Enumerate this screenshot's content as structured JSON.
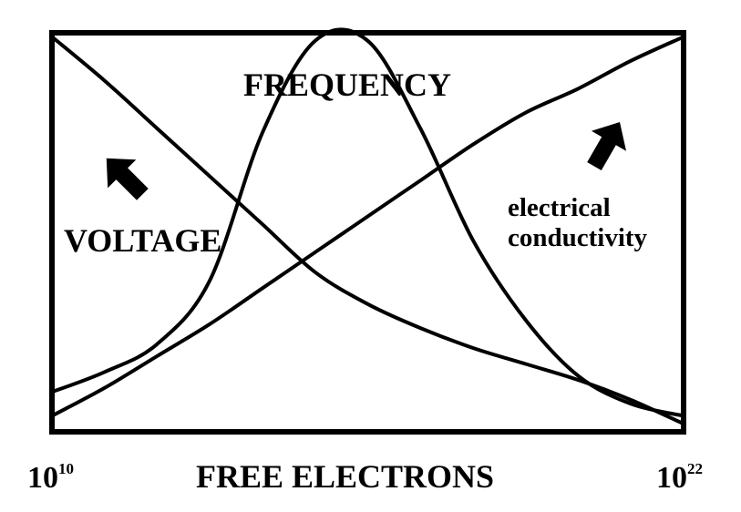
{
  "chart_data": {
    "type": "line",
    "xlabel": "FREE ELECTRONS",
    "ylabel": "",
    "x_ticks": [
      {
        "base": "10",
        "exponent": "10"
      },
      {
        "base": "10",
        "exponent": "22"
      }
    ],
    "xlim": [
      10,
      22
    ],
    "ylim": [
      0,
      1
    ],
    "grid": false,
    "legend": "none",
    "series": [
      {
        "name": "VOLTAGE",
        "direction": "increases toward left",
        "x": [
          10,
          11,
          12,
          13,
          14,
          15,
          16,
          17,
          18,
          19,
          20,
          21,
          22
        ],
        "y": [
          0.99,
          0.88,
          0.76,
          0.64,
          0.52,
          0.4,
          0.32,
          0.26,
          0.21,
          0.17,
          0.13,
          0.08,
          0.02
        ]
      },
      {
        "name": "FREQUENCY",
        "x": [
          10,
          11,
          12,
          13,
          14,
          15,
          16,
          17,
          18,
          19,
          20,
          21,
          22
        ],
        "y": [
          0.1,
          0.15,
          0.22,
          0.38,
          0.75,
          0.98,
          0.98,
          0.76,
          0.48,
          0.28,
          0.14,
          0.07,
          0.04
        ]
      },
      {
        "name": "electrical conductivity",
        "direction": "increases toward right",
        "x": [
          10,
          11,
          12,
          13,
          14,
          15,
          16,
          17,
          18,
          19,
          20,
          21,
          22
        ],
        "y": [
          0.04,
          0.11,
          0.19,
          0.27,
          0.36,
          0.45,
          0.54,
          0.63,
          0.72,
          0.8,
          0.86,
          0.93,
          0.99
        ]
      }
    ],
    "colors": {
      "line": "#000000",
      "background": "#ffffff"
    }
  }
}
